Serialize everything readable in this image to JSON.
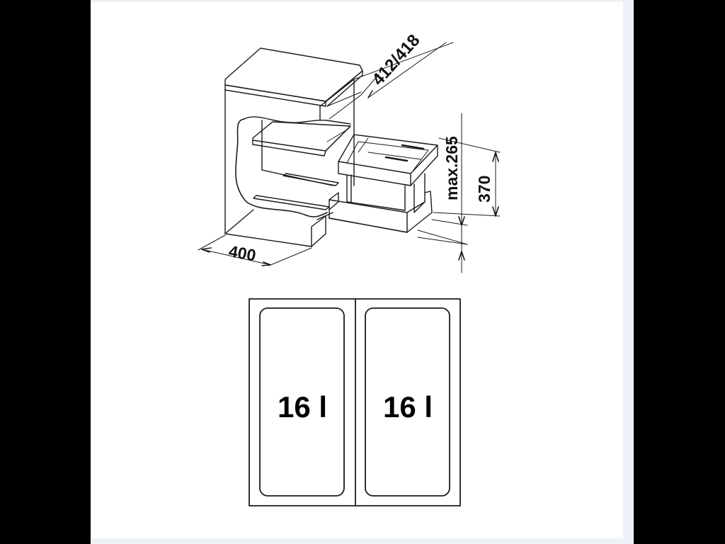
{
  "diagram": {
    "type": "technical-drawing",
    "subject": "pull-out waste bin for under-sink cabinet",
    "colors": {
      "background_outer": "#000000",
      "panel": "#ffffff",
      "panel_edge": "#eef2f6",
      "lines": "#1a1a1a"
    },
    "dimensions": {
      "cabinet_width": "400",
      "cabinet_depth": "412/418",
      "max_height": "max.265",
      "bin_height": "370"
    },
    "top_view": {
      "compartments": [
        {
          "label": "16 l"
        },
        {
          "label": "16 l"
        }
      ]
    }
  }
}
